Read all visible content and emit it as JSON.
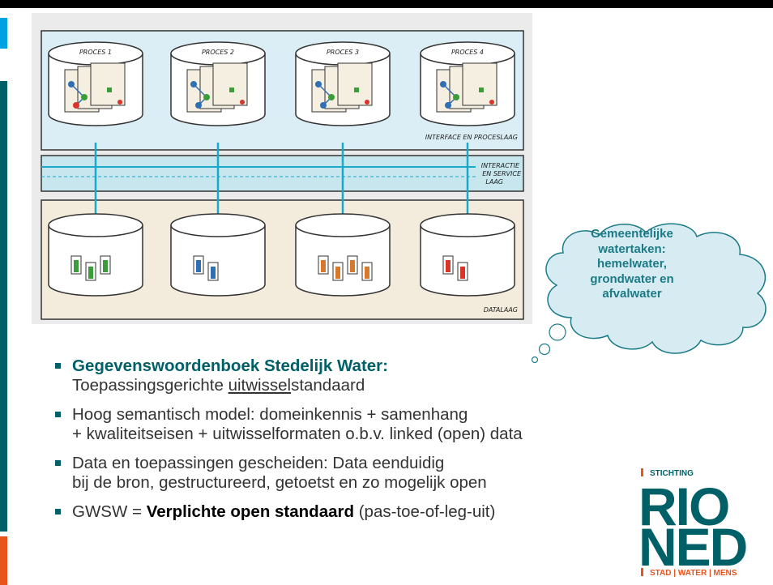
{
  "diagram": {
    "processes": [
      "PROCES 1",
      "PROCES 2",
      "PROCES 3",
      "PROCES 4"
    ],
    "layer_interface": "INTERFACE EN PROCESLAAG",
    "layer_service": [
      "INTERACTIE",
      "EN SERVICE",
      "LAAG"
    ],
    "layer_data": "DATALAAG"
  },
  "callout": {
    "lines": [
      "Gemeentelijke",
      "watertaken:",
      "hemelwater,",
      "grondwater en",
      "afvalwater"
    ]
  },
  "bullets": {
    "b1_title": "Gegevenswoordenboek Stedelijk Water:",
    "b1_pre": "Toepassingsgerichte ",
    "b1_under": "uitwissel",
    "b1_post": "standaard",
    "b2_l1": "Hoog semantisch model: domeinkennis + samenhang",
    "b2_l2": "+ kwaliteitseisen + uitwisselformaten o.b.v. linked (open) data",
    "b3_l1": "Data en toepassingen gescheiden: Data eenduidig",
    "b3_l2": "bij de bron, gestructureerd, getoetst en zo mogelijk open",
    "b4_pre": "GWSW = ",
    "b4_bold": "Verplichte open standaard",
    "b4_post": " (pas-toe-of-leg-uit)"
  },
  "logo": {
    "top": "STICHTING",
    "line1": "RIO",
    "line2": "NED",
    "bottom": "STAD | WATER | MENS"
  },
  "colors": {
    "teal": "#006068",
    "orange": "#e8541c",
    "blue": "#00a3e0",
    "cyan_line": "#19a9c9"
  }
}
